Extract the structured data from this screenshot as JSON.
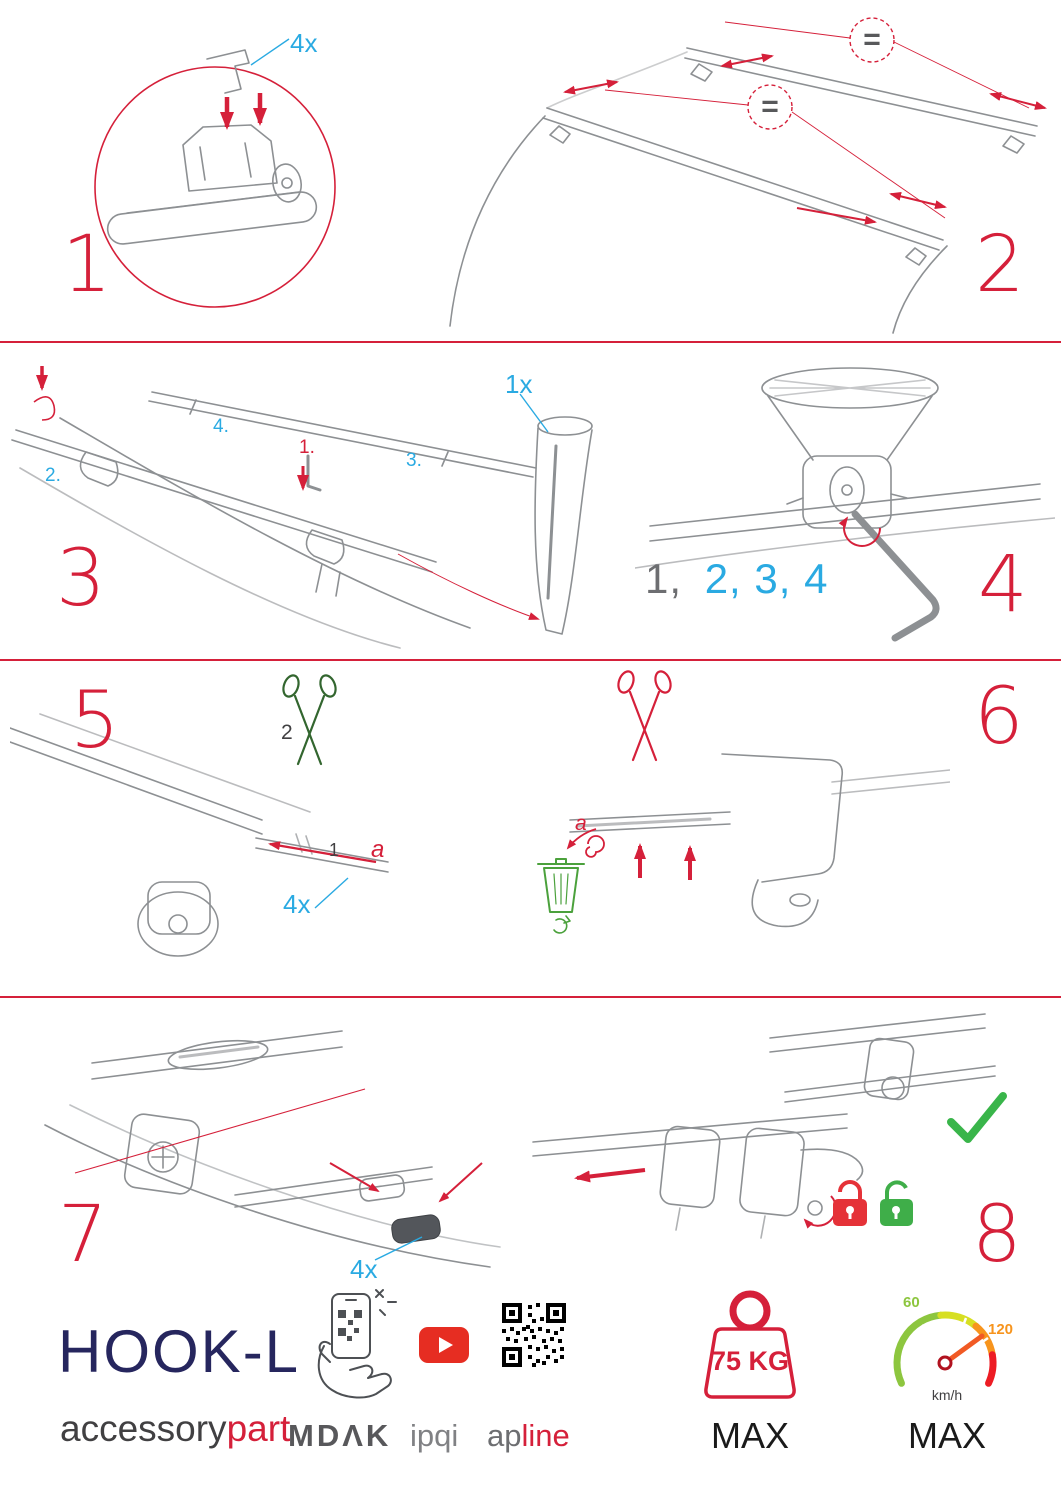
{
  "colors": {
    "accent_red": "#d5203a",
    "accent_blue": "#2aaae2",
    "brand_navy": "#26265e",
    "ok_green": "#39b54a",
    "gauge_green": "#8dc63f",
    "gauge_orange": "#f7941d",
    "line_gray": "#8d9093"
  },
  "steps": {
    "s1": {
      "number": "1",
      "qty_label": "4x"
    },
    "s2": {
      "number": "2",
      "equal_sign_top": "=",
      "equal_sign_mid": "="
    },
    "s3": {
      "number": "3",
      "substep_1": "1.",
      "substep_2": "2.",
      "substep_3": "3.",
      "substep_4": "4.",
      "qty_label": "1x"
    },
    "s4": {
      "number": "4",
      "sequence_first": "1,",
      "sequence_rest": "2, 3, 4"
    },
    "s5": {
      "number": "5",
      "cut_label": "2",
      "pull_label": "1",
      "detail_label": "a",
      "qty_label": "4x"
    },
    "s6": {
      "number": "6",
      "detail_label": "a"
    },
    "s7": {
      "number": "7",
      "qty_label": "4x"
    },
    "s8": {
      "number": "8"
    }
  },
  "footer": {
    "product_name": "HOOK-L",
    "brand_name_black": "accessory",
    "brand_name_red": "part",
    "logo_mdak": "MDΛK",
    "logo_ipqi": "ipqi",
    "logo_apline_gray": "ap",
    "logo_apline_red": "line",
    "max_load_value": "75 KG",
    "max_load_label": "MAX",
    "speed_gauge_min": "60",
    "speed_gauge_max": "120",
    "speed_unit": "km/h",
    "max_speed_label": "MAX"
  },
  "icons": [
    "scissors-icon",
    "trash-bin-icon",
    "recycle-icon",
    "padlock-closed-icon",
    "padlock-open-icon",
    "checkmark-icon",
    "phone-qr-icon",
    "youtube-icon",
    "qr-code-icon",
    "weight-icon",
    "speedometer-icon",
    "allen-key-icon",
    "equal-sign-badge",
    "arrow-icons"
  ]
}
